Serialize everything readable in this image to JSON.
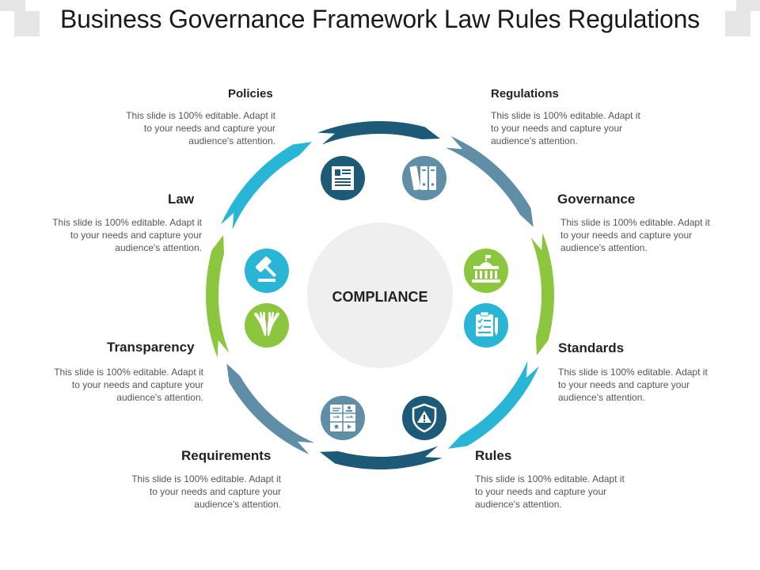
{
  "title": "Business Governance Framework Law Rules Regulations",
  "center_label": "COMPLIANCE",
  "colors": {
    "dark_teal": "#1d5a78",
    "slate": "#5f8ea6",
    "green": "#8cc63f",
    "cyan": "#29b6d6",
    "center_fill": "#efefef"
  },
  "items": [
    {
      "label": "Policies",
      "desc": "This slide is 100% editable. Adapt it to your needs and capture your audience's attention.",
      "icon": "newspaper-icon",
      "color": "#1d5a78"
    },
    {
      "label": "Regulations",
      "desc": "This slide is 100% editable. Adapt it to your needs and capture your audience's attention.",
      "icon": "binders-icon",
      "color": "#5f8ea6"
    },
    {
      "label": "Governance",
      "desc": "This slide is 100% editable. Adapt it to your needs and capture your audience's attention.",
      "icon": "government-building-icon",
      "color": "#8cc63f"
    },
    {
      "label": "Standards",
      "desc": "This slide is 100% editable. Adapt it to your needs and capture your audience's attention.",
      "icon": "checklist-clipboard-icon",
      "color": "#29b6d6"
    },
    {
      "label": "Rules",
      "desc": "This slide is 100% editable. Adapt it to your needs and capture your audience's attention.",
      "icon": "warning-shield-icon",
      "color": "#1d5a78"
    },
    {
      "label": "Requirements",
      "desc": "This slide is 100% editable. Adapt it to your needs and capture your audience's attention.",
      "icon": "form-grid-icon",
      "color": "#5f8ea6"
    },
    {
      "label": "Transparency",
      "desc": "This slide is 100% editable. Adapt it to your needs and capture your audience's attention.",
      "icon": "open-hands-icon",
      "color": "#8cc63f"
    },
    {
      "label": "Law",
      "desc": "This slide is 100% editable. Adapt it to your needs and capture your audience's attention.",
      "icon": "gavel-icon",
      "color": "#29b6d6"
    }
  ]
}
